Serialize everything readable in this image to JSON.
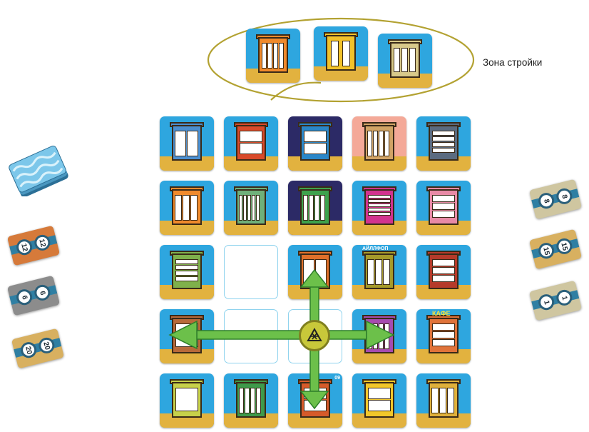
{
  "construction_zone": {
    "label": "Зона стройки",
    "outline_color": "#b3a232",
    "tiles": [
      {
        "id": "zone-1",
        "sky": "#2ea6df",
        "body": "#f08a2c",
        "windows": "4 vertical"
      },
      {
        "id": "zone-2",
        "sky": "#2ea6df",
        "body": "#f2c22a",
        "windows": "2 vertical"
      },
      {
        "id": "zone-3",
        "sky": "#2ea6df",
        "body": "#d8c98a",
        "windows": "3 vertical"
      }
    ]
  },
  "grid": {
    "rows": [
      [
        "blue-tower",
        "red-house",
        "night-blue",
        "peach-pink",
        "gray-tower"
      ],
      [
        "orange-hut",
        "green-arch",
        "night-green",
        "pink-stripes",
        "pink-box"
      ],
      [
        "green-rows",
        "empty",
        "orange-crane",
        "olive-tall",
        "red-brick"
      ],
      [
        "brown-house",
        "empty",
        "empty",
        "purple-cafe",
        "cafe"
      ],
      [
        "yellow-green",
        "green-tall",
        "blue-shop",
        "yellow-hut",
        "yellow-tower"
      ]
    ],
    "tile_colors": {
      "blue-tower": {
        "sky": "#2ea6df",
        "body": "#4b8fd1"
      },
      "red-house": {
        "sky": "#2ea6df",
        "body": "#d94a2a"
      },
      "night-blue": {
        "sky": "#2c2a66",
        "body": "#2a87c9"
      },
      "peach-pink": {
        "sky": "#f4a998",
        "body": "#d2a466"
      },
      "gray-tower": {
        "sky": "#2ea6df",
        "body": "#5b6b80"
      },
      "orange-hut": {
        "sky": "#2ea6df",
        "body": "#f08a2c"
      },
      "green-arch": {
        "sky": "#2ea6df",
        "body": "#6fb07a"
      },
      "night-green": {
        "sky": "#2c2a66",
        "body": "#3ea24c"
      },
      "pink-stripes": {
        "sky": "#2ea6df",
        "body": "#d2338e"
      },
      "pink-box": {
        "sky": "#2ea6df",
        "body": "#e88aa6"
      },
      "green-rows": {
        "sky": "#2ea6df",
        "body": "#7fb04b"
      },
      "orange-crane": {
        "sky": "#2ea6df",
        "body": "#e0702a"
      },
      "olive-tall": {
        "sky": "#2ea6df",
        "body": "#a69a2a"
      },
      "red-brick": {
        "sky": "#2ea6df",
        "body": "#b53a2a"
      },
      "brown-house": {
        "sky": "#2ea6df",
        "body": "#b86a3a"
      },
      "purple-cafe": {
        "sky": "#2ea6df",
        "body": "#a64bb0"
      },
      "cafe": {
        "sky": "#2ea6df",
        "body": "#e0733a"
      },
      "yellow-green": {
        "sky": "#2ea6df",
        "body": "#c7d14a"
      },
      "green-tall": {
        "sky": "#2ea6df",
        "body": "#3e9a4a"
      },
      "blue-shop": {
        "sky": "#2ea6df",
        "body": "#d65a2a"
      },
      "yellow-hut": {
        "sky": "#2ea6df",
        "body": "#f2c72a"
      },
      "yellow-tower": {
        "sky": "#2ea6df",
        "body": "#e0b03a"
      }
    }
  },
  "crane": {
    "icon": "crane-token-icon",
    "arrow_color": "#6cc04a",
    "arrow_outline": "#2e7f2a",
    "token_color": "#c8c83a",
    "directions": [
      "up",
      "down",
      "left",
      "right"
    ]
  },
  "tile_texts": {
    "olive_sign": "АЙЛЛФОП",
    "cafe_sign": "КАФЕ",
    "crane_sign": "09"
  },
  "left_cards": [
    {
      "id": "card-12",
      "values": [
        "12",
        "12"
      ],
      "color": "#d67a3a"
    },
    {
      "id": "card-6",
      "values": [
        "6",
        "6"
      ],
      "color": "#8c8c8c"
    },
    {
      "id": "card-20",
      "values": [
        "20",
        "20"
      ],
      "color": "#d8b060"
    }
  ],
  "right_cards": [
    {
      "id": "card-8",
      "values": [
        "8",
        "8"
      ],
      "color": "#cfc6a0"
    },
    {
      "id": "card-15",
      "values": [
        "15",
        "15"
      ],
      "color": "#d8b060"
    },
    {
      "id": "card-1",
      "values": [
        "1",
        "1"
      ],
      "color": "#cfc6a0"
    }
  ],
  "deck": {
    "color": "#7cc7ea",
    "icon": "card-deck-icon"
  }
}
